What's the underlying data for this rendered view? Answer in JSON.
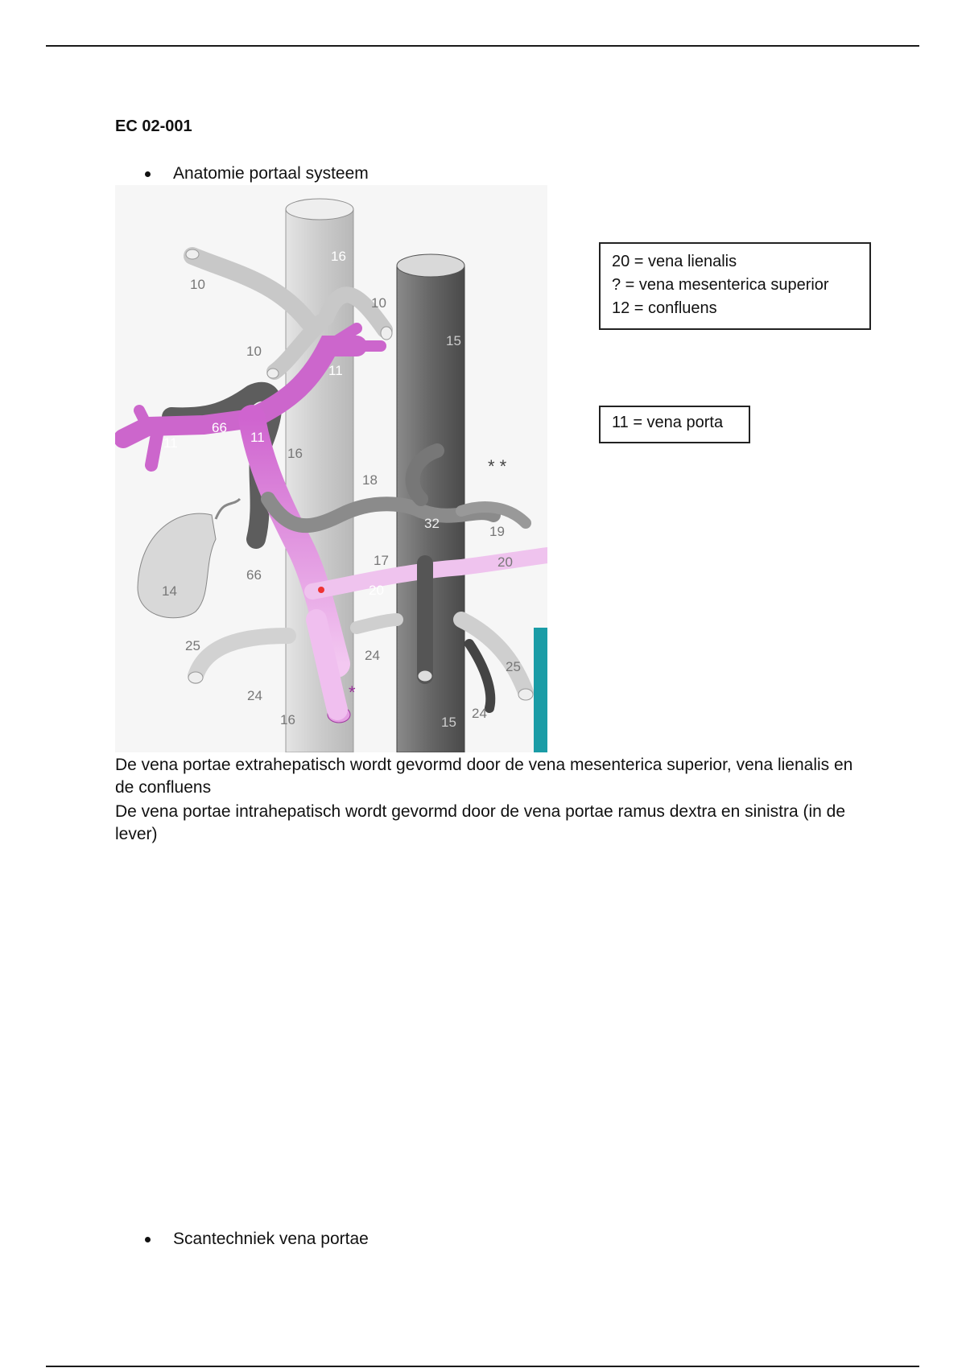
{
  "heading": "EC 02-001",
  "bullets": [
    "Anatomie portaal systeem",
    "Scantechniek vena portae"
  ],
  "legend_box_1": [
    "20 = vena lienalis",
    "? = vena mesenterica superior",
    "12 = confluens"
  ],
  "legend_box_2": "11 = vena porta",
  "paragraphs": [
    "De vena portae extrahepatisch wordt gevormd door de vena mesenterica superior, vena lienalis en de confluens",
    "De vena portae intrahepatisch wordt gevormd door de vena portae ramus dextra en sinistra (in de lever)"
  ],
  "figure_labels": {
    "l10a": "10",
    "l10b": "10",
    "l10c": "10",
    "l16a": "16",
    "l16b": "16",
    "l16c": "16",
    "l15a": "15",
    "l15b": "15",
    "l11a": "11",
    "l11b": "11",
    "l11c": "11",
    "l66a": "66",
    "l66b": "66",
    "l18": "18",
    "l32": "32",
    "l19": "19",
    "l17": "17",
    "l20a": "20",
    "l20b": "20",
    "l14": "14",
    "l25a": "25",
    "l25b": "25",
    "l24a": "24",
    "l24b": "24",
    "l24c": "24",
    "star": "*",
    "stars": "* *"
  },
  "colors": {
    "ivc_gray": "#cfcfcf",
    "aorta_gray": "#6a6a6a",
    "portal_pink": "#e7a6e6",
    "portal_dark_pink": "#c85ac8",
    "text": "#111111"
  }
}
